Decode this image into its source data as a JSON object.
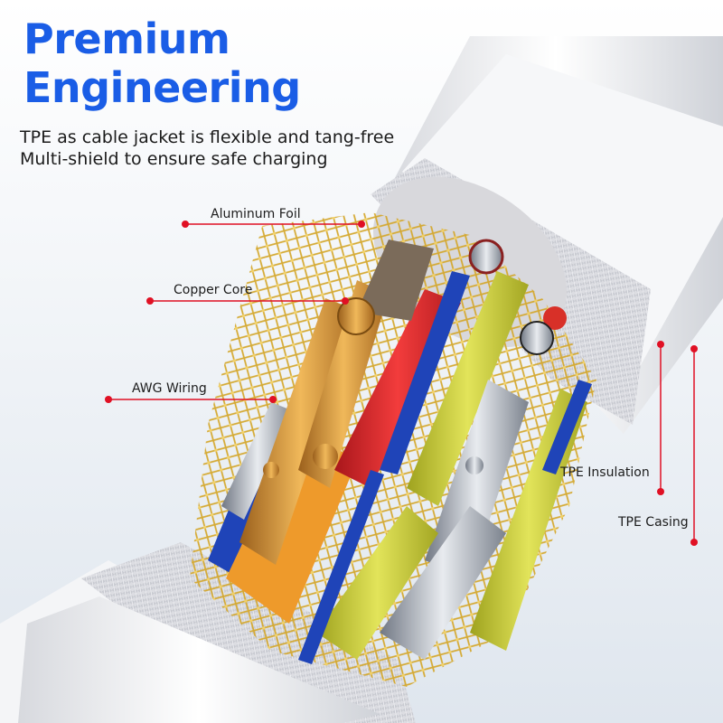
{
  "headline": {
    "line1": "Premium",
    "line2": "Engineering"
  },
  "subtitle": {
    "line1": "TPE as cable jacket is flexible and tang-free",
    "line2": "Multi-shield to ensure safe charging"
  },
  "callouts": {
    "aluminum_foil": "Aluminum Foil",
    "copper_core": "Copper Core",
    "awg_wiring": "AWG Wiring",
    "tpe_insulation": "TPE Insulation",
    "tpe_casing": "TPE Casing"
  },
  "colors": {
    "headline": "#1a5de6",
    "callout_dot": "#e01024",
    "mesh": "#d4a72c",
    "copper": "#d99a3a",
    "red_wire": "#e02a2e",
    "yellow_wire": "#c9cf3a",
    "blue_wire": "#1f44b8",
    "orange_sleeve": "#ee9a2b"
  },
  "icons": [
    "cable-cutaway-illustration",
    "braided-mesh-shield",
    "callout-dot"
  ]
}
